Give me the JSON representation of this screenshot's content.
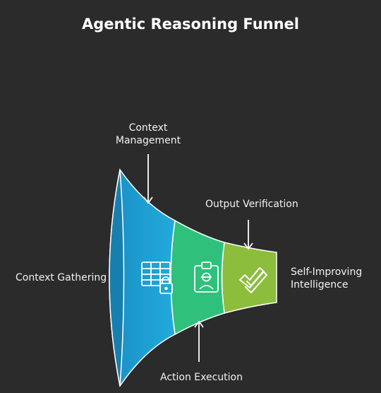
{
  "title": "Agentic Reasoning Funnel",
  "labels": {
    "context_gathering": "Context Gathering",
    "context_management_line1": "Context",
    "context_management_line2": "Management",
    "output_verification": "Output Verification",
    "self_improving_line1": "Self-Improving",
    "self_improving_line2": "Intelligence",
    "action_execution": "Action Execution"
  },
  "colors": {
    "background": "#2b2b2b",
    "stage1": "#1fa6d6",
    "stage2": "#2fc17b",
    "stage3": "#8cbd3c",
    "outline": "#ffffff"
  },
  "icons": {
    "stage1": "table-lock-icon",
    "stage2": "agent-badge-icon",
    "stage3": "double-check-icon"
  }
}
